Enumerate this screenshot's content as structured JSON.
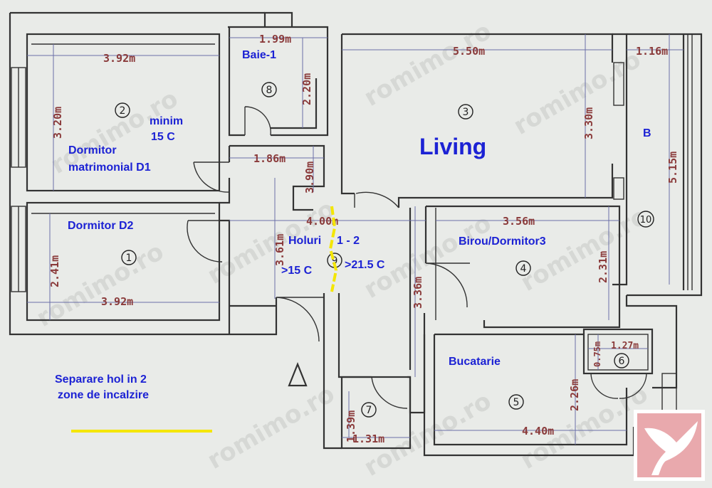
{
  "watermark": "romimo.ro",
  "rooms": {
    "bedroom_master": {
      "number": "2",
      "name_line1": "Dormitor",
      "name_line2": "matrimonial D1",
      "note_line1": "minim",
      "note_line2": "15 C",
      "width": "3.92m",
      "height": "3.20m"
    },
    "bedroom_d2": {
      "number": "1",
      "name": "Dormitor D2",
      "width": "3.92m",
      "height": "2.41m"
    },
    "bath": {
      "number": "8",
      "name": "Baie-1",
      "width": "1.99m",
      "height": "2.20m"
    },
    "hall_upper": {
      "width": "1.86m",
      "height": "3.90m"
    },
    "living": {
      "number": "3",
      "name": "Living",
      "width": "5.50m",
      "height": "3.30m"
    },
    "balcony": {
      "number": "10",
      "name": "B",
      "width": "1.16m",
      "height": "5.15m"
    },
    "hall": {
      "number": "9",
      "name": "Holuri",
      "name_suffix": "1 - 2",
      "width": "4.00m",
      "height": "3.61m",
      "temp_left": ">15 C",
      "temp_right": ">21.5 C"
    },
    "office": {
      "number": "4",
      "name": "Birou/Dormitor3",
      "width": "3.56m",
      "height": "2.31m"
    },
    "corridor": {
      "height": "3.36m"
    },
    "storage": {
      "number": "7",
      "width": "1.31m",
      "height": "1.39m"
    },
    "kitchen": {
      "number": "5",
      "name": "Bucatarie",
      "width": "4.40m",
      "height": "2.26m"
    },
    "pantry": {
      "number": "6",
      "width": "1.27m",
      "height": "0.75m"
    }
  },
  "legend": {
    "line1": "Separare hol in 2",
    "line2": "zone de incalzire"
  },
  "colors": {
    "divider": "#f4e600",
    "label": "#1c22d4",
    "dimension": "#8a3a3a",
    "logo_bg": "#e9a9ad"
  }
}
